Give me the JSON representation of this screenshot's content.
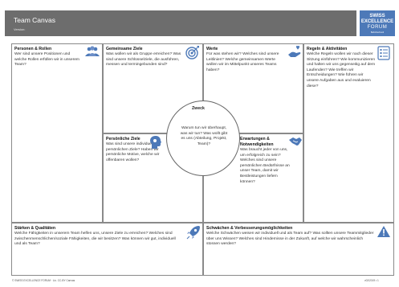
{
  "header": {
    "title": "Team Canvas",
    "subtitle": "Version:"
  },
  "logo": {
    "line1": "SWISS",
    "line2": "EXCELLENCE",
    "line3": "FORUM",
    "tagline": "Bahnbrechend"
  },
  "cells": {
    "personen": {
      "title": "Personen & Rollen",
      "body": "Wer sind unsere Positionen und welche Rollen erfüllen wir in unserem Team?"
    },
    "ziele": {
      "title": "Gemeinsame Ziele",
      "body": "Was wollen wir als Gruppe erreichen? Was sind unsere Schlüsselziele, die ausführen, messen und termingebunden sind?"
    },
    "werte": {
      "title": "Werte",
      "body": "Für was stehen wir? Welches sind unsere Leitlinien? Welche gemeinsamen Werte wollen wir im Mittelpunkt unseres Teams haben?"
    },
    "regeln": {
      "title": "Regeln & Aktivitäten",
      "body": "Welche Regeln wollen wir nach dieser Sitzung einführen? Wie kommunizieren und halten wir uns gegenseitig auf dem Laufenden? Wie treffen wir Entscheidungen? Wie führen wir unsere Aufgaben aus und evaluieren diese?"
    },
    "persoenlich": {
      "title": "Persönliche Ziele",
      "body": "Was sind unsere individuellen persönlichen Ziele? Haben wir persönliche Motive, welche wir offenbaren wollen?"
    },
    "erwartungen": {
      "title": "Erwartungen & Notwendigkeiten",
      "body": "Was braucht jeder von uns, um erfolgreich zu sein? Welches sind unsere persönlichen Bedürfnisse an unser Team, damit wir Bestleistungen liefern können?"
    },
    "staerken": {
      "title": "Stärken & Qualitäten",
      "body": "Welche Fähigkeiten in unserem Team helfen uns, unsere Ziele zu erreichen? Welches sind zwischenmenschlichen/soziale Fähigkeiten, die wir besitzen? Was können wir gut, individuell und als Team?"
    },
    "schwaechen": {
      "title": "Schwächen & Verbesserungsmöglichkeiten",
      "body": "Welche Schwächen weisen wir individuell und als Team auf? Was sollten unsere Teammitglieder über uns Wissen? Welches sind Hindernisse in der Zukunft, auf welche wir wahrscheinlich stossen werden?"
    }
  },
  "zweck": {
    "title": "Zweck",
    "body": "Warum tun wir überhaupt, was wir tun? Was wollt gibt es uns (Abteilung, Projekt, Team)?"
  },
  "footer": {
    "left": "© SWISS EXCELLENCE FORUM · Lic. CC-BY Canvas",
    "right": "v02/2019 • 1"
  },
  "colors": {
    "header": "#6d6d6d",
    "logo": "#4d79b8",
    "icon": "#4d79b8"
  },
  "icons": [
    "people-icon",
    "target-icon",
    "hand-heart-icon",
    "checklist-icon",
    "brain-icon",
    "handshake-icon",
    "rocket-icon",
    "warning-icon"
  ]
}
